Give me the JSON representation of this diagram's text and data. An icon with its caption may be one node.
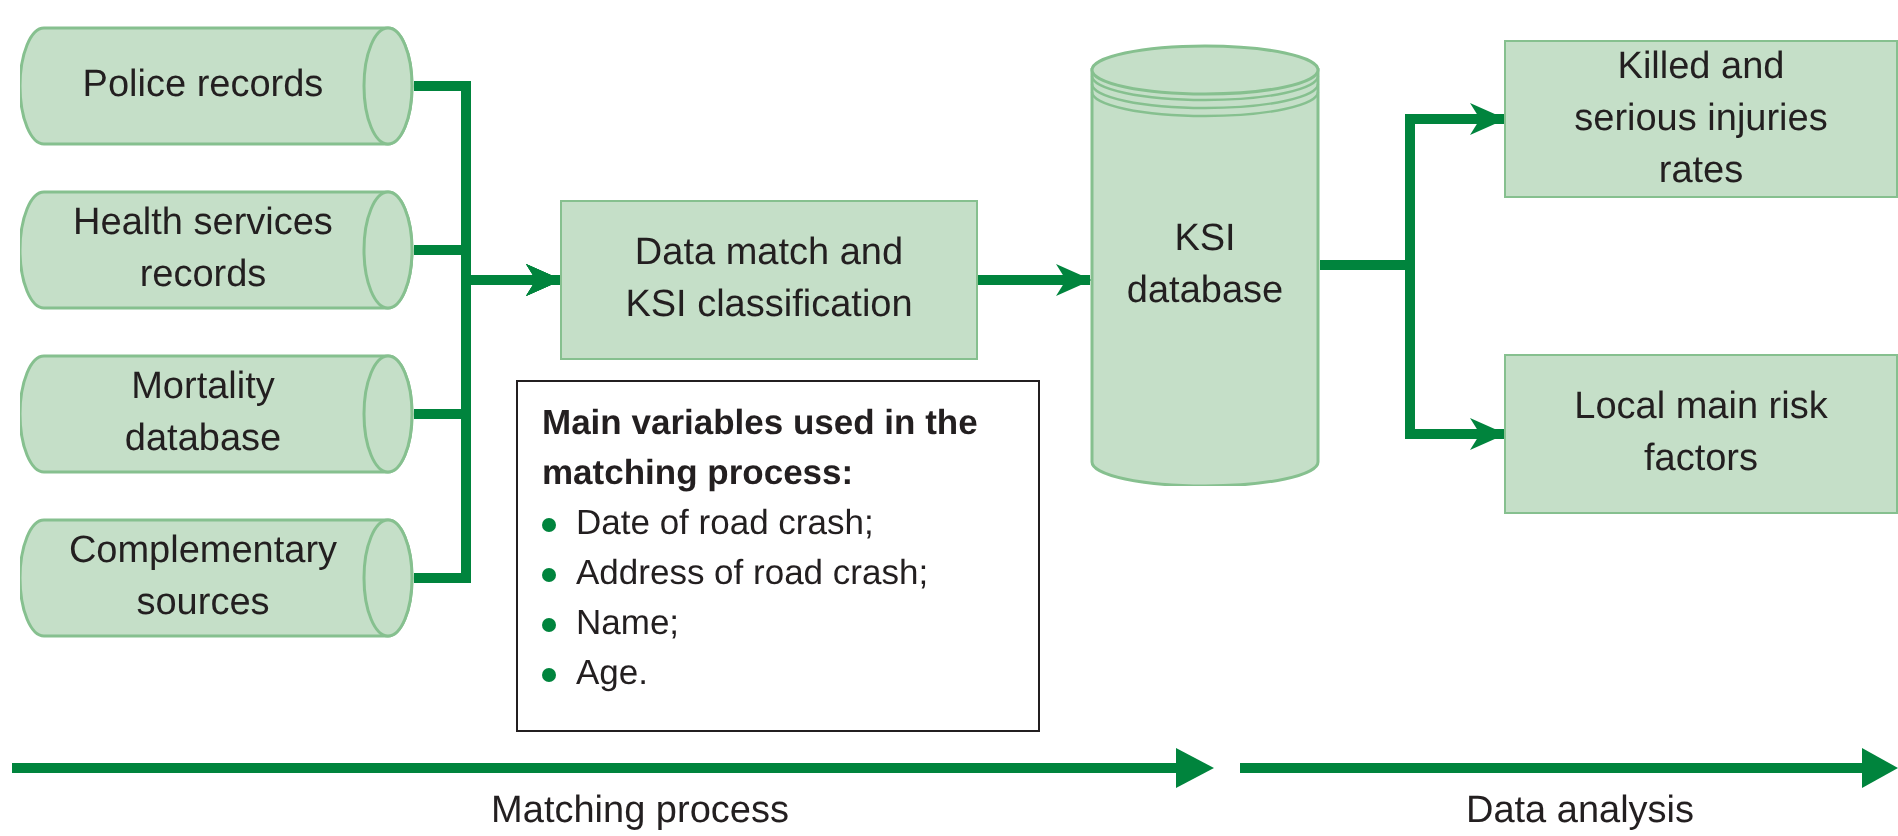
{
  "diagram": {
    "nodes": [
      {
        "text": [
          "Police records"
        ]
      },
      {
        "text": [
          "Health services records"
        ]
      },
      {
        "text": [
          "Mortality database"
        ]
      },
      {
        "text": [
          "Complementary sources"
        ]
      },
      {
        "text": [
          "Data match and KSI classification"
        ]
      },
      {
        "text": [
          "Main variables used in the matching process:",
          "Date of road crash;",
          "Address of road crash;",
          "Name;",
          "Age."
        ]
      },
      {
        "text": [
          "KSI database"
        ]
      },
      {
        "text": [
          "Killed and serious injuries rates"
        ]
      },
      {
        "text": [
          "Local main risk factors"
        ]
      }
    ],
    "edges": [
      {
        "from": 0,
        "to": 4,
        "arrow": "to"
      },
      {
        "from": 1,
        "to": 4,
        "arrow": "to"
      },
      {
        "from": 2,
        "to": 4,
        "arrow": "to"
      },
      {
        "from": 3,
        "to": 4,
        "arrow": "to"
      },
      {
        "from": 4,
        "to": 6,
        "arrow": "to"
      },
      {
        "from": 6,
        "to": 7,
        "arrow": "to"
      },
      {
        "from": 6,
        "to": 8,
        "arrow": "to"
      }
    ],
    "labels": [
      "Matching process",
      "Data analysis"
    ]
  }
}
